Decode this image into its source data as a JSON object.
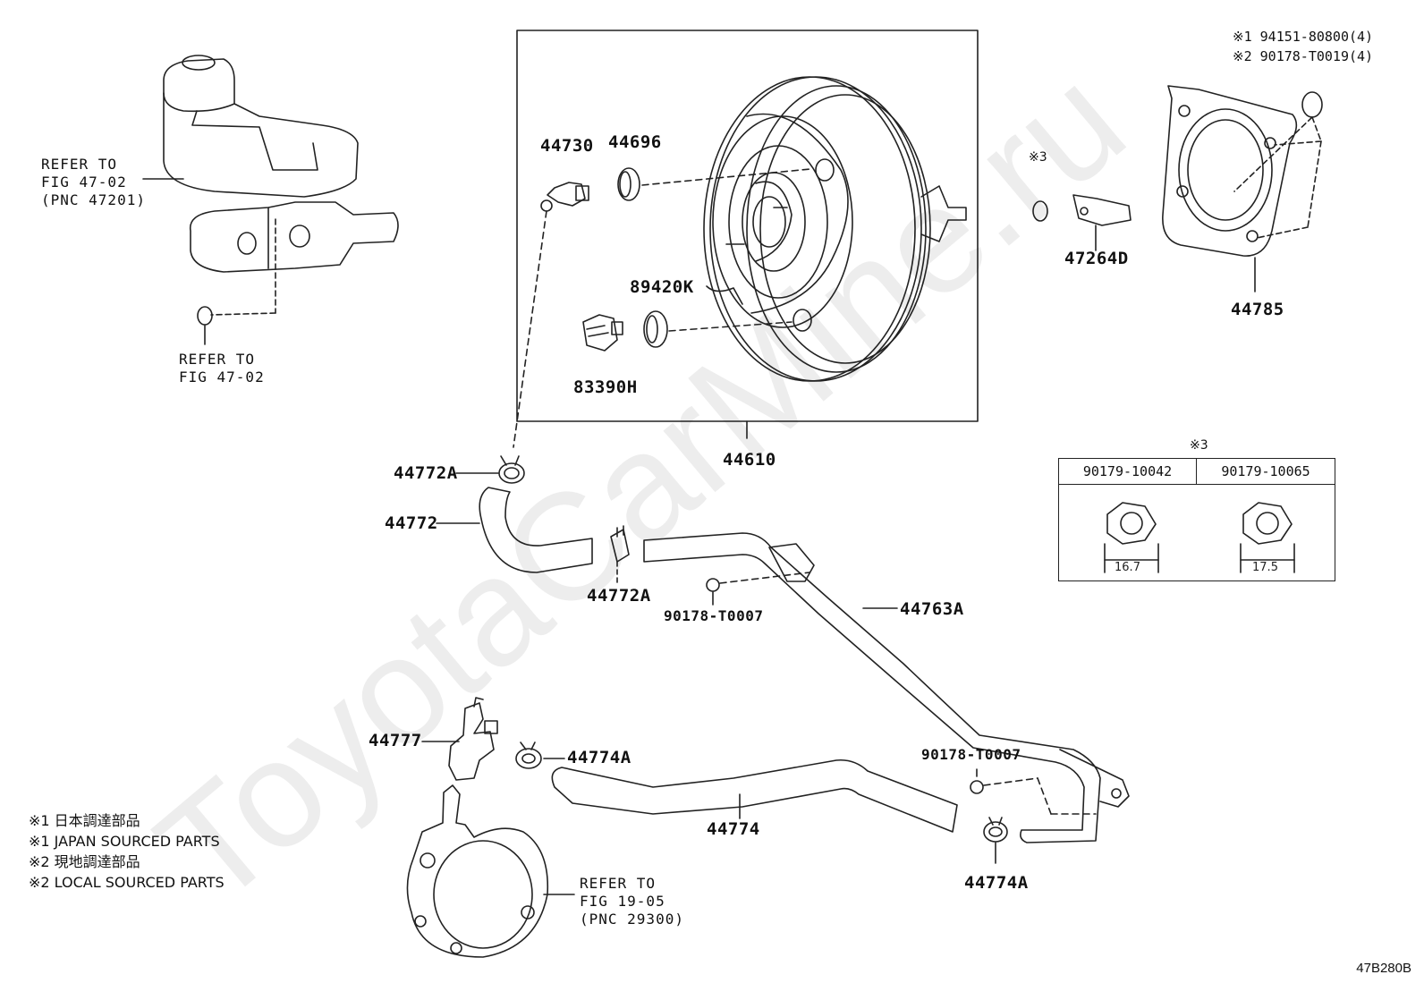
{
  "labels": {
    "p44730": "44730",
    "p44696": "44696",
    "p89420K": "89420K",
    "p83390H": "83390H",
    "p44610": "44610",
    "p44772A_top": "44772A",
    "p44772": "44772",
    "p44772A_mid": "44772A",
    "p90178_T0007_a": "90178-T0007",
    "p44763A": "44763A",
    "p44777": "44777",
    "p44774A_left": "44774A",
    "p44774": "44774",
    "p90178_T0007_b": "90178-T0007",
    "p44774A_right": "44774A",
    "p47264D": "47264D",
    "p44785": "44785",
    "mark3_small": "※3"
  },
  "refs": {
    "master_cyl": [
      "REFER TO",
      "FIG 47-02",
      "(PNC 47201)"
    ],
    "reservoir_cap": [
      "REFER TO",
      "FIG 47-02"
    ],
    "vacuum_pump": [
      "REFER TO",
      "FIG 19-05",
      "(PNC 29300)"
    ]
  },
  "notes": {
    "n1": "※1 94151-80800(4)",
    "n2": "※2 90178-T0019(4)"
  },
  "legend": [
    "※1 日本調達部品",
    "※1 JAPAN SOURCED PARTS",
    "※2 現地調達部品",
    "※2 LOCAL SOURCED PARTS"
  ],
  "table": {
    "mark": "※3",
    "headers": [
      "90179-10042",
      "90179-10065"
    ],
    "dims": [
      "16.7",
      "17.5"
    ]
  },
  "figure_id": "47B280B",
  "watermark": "ToyotaCarMine.ru"
}
